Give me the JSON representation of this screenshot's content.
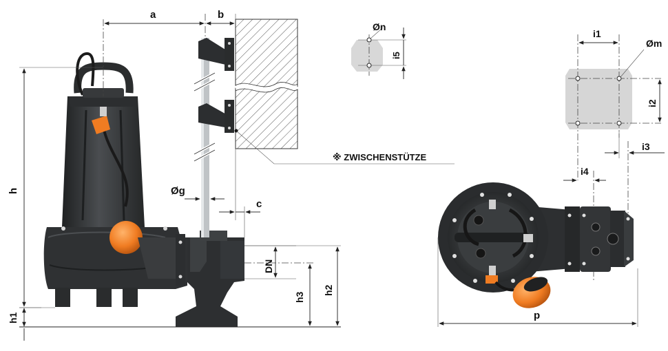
{
  "labels": {
    "a": "a",
    "b": "b",
    "c": "c",
    "g": "Øg",
    "h": "h",
    "h1": "h1",
    "h2": "h2",
    "h3": "h3",
    "dn": "DN",
    "n": "Øn",
    "i5": "i5",
    "i1": "i1",
    "m": "Øm",
    "i2": "i2",
    "i3": "i3",
    "i4": "i4",
    "p": "p",
    "support": "※ ZWISCHENSTÜTZE"
  },
  "colors": {
    "pump_body": "#3a3d40",
    "pump_dark": "#262829",
    "float_orange": "#f07c22",
    "plate_gray": "#d6d6d6",
    "hatch": "#555555"
  }
}
